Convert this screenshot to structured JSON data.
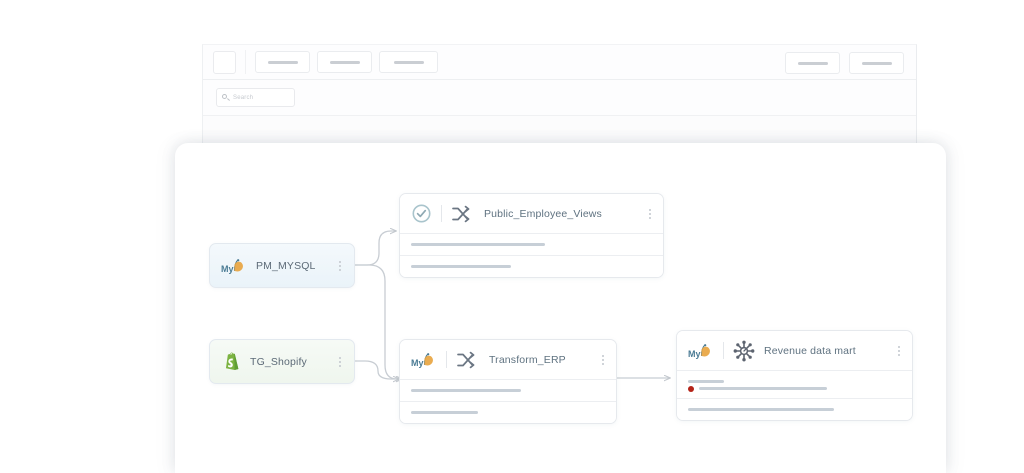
{
  "background_window": {
    "toolbar": {
      "square_button": "",
      "buttons": [
        "",
        "",
        ""
      ],
      "right_buttons": [
        "",
        ""
      ]
    },
    "search": {
      "placeholder": "Search",
      "value": "",
      "icon": "search-icon"
    }
  },
  "canvas": {
    "nodes": [
      {
        "id": "pm-mysql",
        "type": "source",
        "label": "PM_MYSQL",
        "icon": "mysql-logo-icon",
        "menu": "kebab-menu-icon"
      },
      {
        "id": "tg-shopify",
        "type": "source",
        "label": "TG_Shopify",
        "icon": "shopify-logo-icon",
        "menu": "kebab-menu-icon"
      },
      {
        "id": "public-employee-views",
        "type": "card",
        "label": "Public_Employee_Views",
        "status_icon": "check-circle-icon",
        "transform_icon": "shuffle-icon",
        "menu": "kebab-menu-icon",
        "rows": [
          {
            "bars": [
              {
                "width": 134
              }
            ]
          },
          {
            "bars": [
              {
                "width": 100
              }
            ]
          }
        ]
      },
      {
        "id": "transform-erp",
        "type": "card",
        "label": "Transform_ERP",
        "status_icon": "mysql-logo-icon",
        "transform_icon": "shuffle-icon",
        "menu": "kebab-menu-icon",
        "rows": [
          {
            "bars": [
              {
                "width": 110
              }
            ]
          },
          {
            "bars": [
              {
                "width": 67
              }
            ]
          }
        ]
      },
      {
        "id": "revenue-data-mart",
        "type": "card",
        "label": "Revenue data mart",
        "status_icon": "mysql-logo-icon",
        "transform_icon": "snowflake-icon",
        "menu": "kebab-menu-icon",
        "status_dot_color": "#b42318",
        "rows": [
          {
            "bars": [
              {
                "width": 36
              },
              {
                "width": 128
              }
            ],
            "has_status_dot": true
          },
          {
            "bars": [
              {
                "width": 146
              }
            ]
          }
        ]
      }
    ],
    "edges": [
      {
        "from": "pm-mysql",
        "to": "public-employee-views"
      },
      {
        "from": "pm-mysql",
        "to": "transform-erp"
      },
      {
        "from": "tg-shopify",
        "to": "transform-erp"
      },
      {
        "from": "transform-erp",
        "to": "revenue-data-mart"
      }
    ]
  },
  "colors": {
    "node_label": "#5c6a77",
    "card_title": "#5f7280",
    "edge": "#c8cdd3",
    "mysql_orange": "#e8a33d",
    "mysql_blue": "#4a7b94",
    "shopify_green": "#7cb342",
    "check_teal": "#a9c4cc",
    "snowflake_gray": "#5d6470",
    "error_red": "#b42318"
  }
}
